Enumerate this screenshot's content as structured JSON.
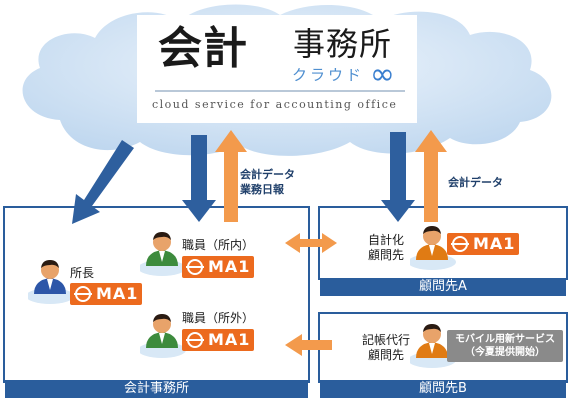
{
  "logo": {
    "main": "会計",
    "sub": "事務所",
    "kana": "クラウド",
    "infinity": "∞",
    "tagline": "cloud service for accounting office"
  },
  "flows": {
    "to_cloud_left": [
      "会計データ",
      "業務日報"
    ],
    "to_cloud_right": "会計データ"
  },
  "panels": {
    "office": {
      "label": "会計事務所"
    },
    "client_a": {
      "label": "顧問先A"
    },
    "client_b": {
      "label": "顧問先B"
    }
  },
  "people": {
    "director": {
      "label": "所長"
    },
    "staff_in": {
      "label": "職員（所内）"
    },
    "staff_out": {
      "label": "職員（所外）"
    },
    "client_a": {
      "label": [
        "自計化",
        "顧問先"
      ]
    },
    "client_b": {
      "label": [
        "記帳代行",
        "顧問先"
      ]
    }
  },
  "product": {
    "name": "MA1"
  },
  "mobile_badge": {
    "line1": "モバイル用新サービス",
    "line2": "（今夏提供開始）"
  },
  "colors": {
    "panel_blue": "#2a5d9c",
    "arrow_blue": "#2e5f9e",
    "arrow_orange": "#f39a4c",
    "oma_orange": "#ec6a1e",
    "cloud_blue": "#c9dff3"
  }
}
